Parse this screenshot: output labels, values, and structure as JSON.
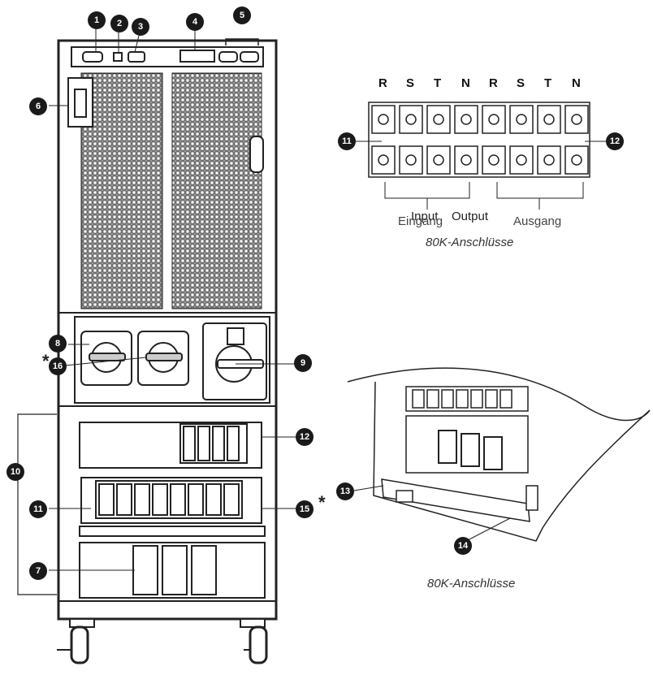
{
  "callouts": {
    "c1": "1",
    "c2": "2",
    "c3": "3",
    "c4": "4",
    "c5": "5",
    "c6": "6",
    "c7": "7",
    "c8": "8",
    "c9": "9",
    "c10": "10",
    "c11a": "11",
    "c11b": "11",
    "c12a": "12",
    "c12b": "12",
    "c13": "13",
    "c14": "14",
    "c15": "15",
    "c16": "16"
  },
  "asterisk_marks": [
    "*",
    "*"
  ],
  "terminal_phases": [
    "R",
    "S",
    "T",
    "N",
    "R",
    "S",
    "T",
    "N"
  ],
  "terminal_group_labels": {
    "input_en": "Input",
    "output_en": "Output",
    "input_de": "Eingang",
    "output_de": "Ausgang"
  },
  "captions": {
    "terminal_block": "80K-Anschlüsse",
    "cabinet_detail": "80K-Anschlüsse"
  },
  "colors": {
    "line": "#222222",
    "fill": "#ffffff",
    "badge": "#1a1a1a",
    "grille": "#333333"
  },
  "icons": {
    "ports": "rs232-port-icon",
    "switch": "rotary-switch-icon",
    "terminal": "screw-terminal-icon",
    "wheel": "caster-wheel-icon"
  }
}
